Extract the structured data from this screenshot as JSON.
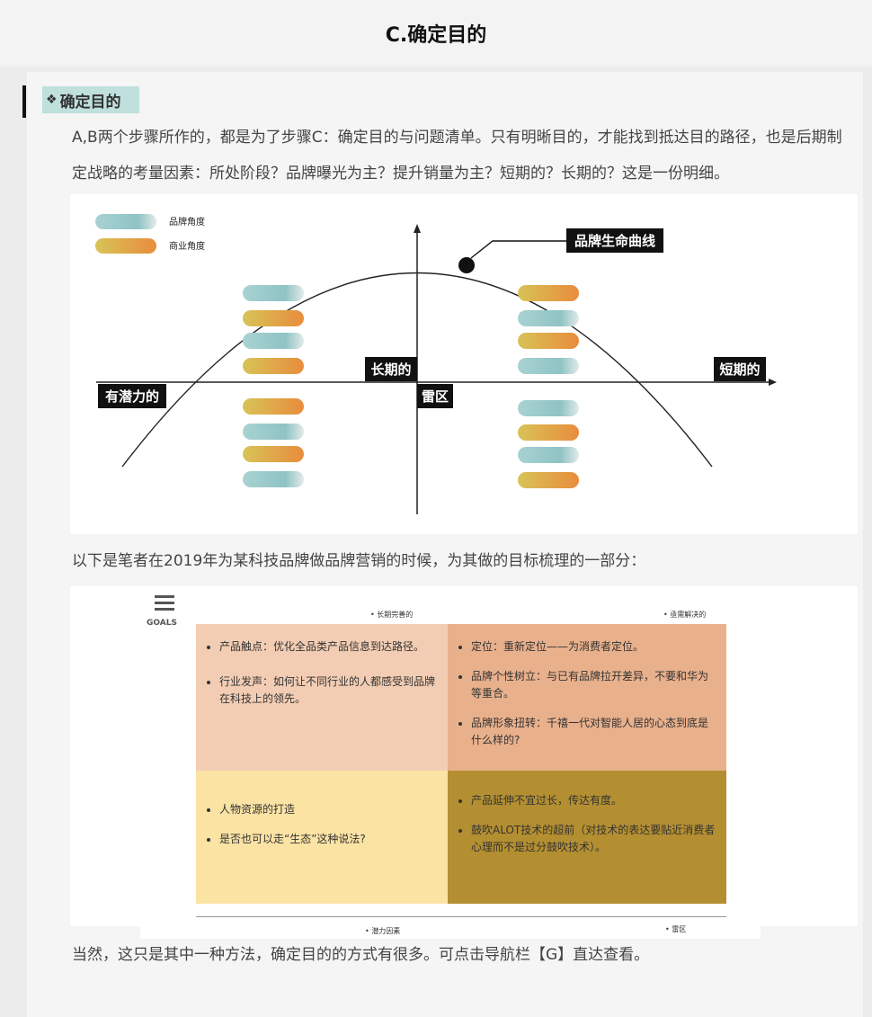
{
  "header": {
    "title": "C.确定目的"
  },
  "section": {
    "title": "确定目的",
    "icon": "diamond-dots-icon"
  },
  "paragraphs": {
    "intro": "A,B两个步骤所作的，都是为了步骤C：确定目的与问题清单。只有明晰目的，才能找到抵达目的路径，也是后期制定战略的考量因素：所处阶段？品牌曝光为主？提升销量为主？短期的？长期的？这是一份明细。",
    "lead": "以下是笔者在2019年为某科技品牌做品牌营销的时候，为其做的目标梳理的一部分：",
    "outro": "当然，这只是其中一种方法，确定目的的方式有很多。可点击导航栏【G】直达查看。"
  },
  "lifecycle": {
    "legend": [
      "品牌角度",
      "商业角度"
    ],
    "curve_label": "品牌生命曲线",
    "labels": {
      "left": "有潜力的",
      "center_top": "长期的",
      "center_bottom": "雷区",
      "right": "短期的"
    },
    "colors": {
      "brand": "#97c6c6",
      "business_start": "#d8c357",
      "business_end": "#e98c3c"
    }
  },
  "goals": {
    "icon_label": "GOALS",
    "top_left_label": "• 长期完善的",
    "top_right_label": "• 亟需解决的",
    "bottom_left_label": "• 潜力因素",
    "bottom_right_label": "• 雷区",
    "quadrants": {
      "tl": [
        "产品触点：优化全品类产品信息到达路径。",
        "行业发声：如何让不同行业的人都感受到品牌在科技上的领先。"
      ],
      "tr": [
        "定位：重新定位——为消费者定位。",
        "品牌个性树立：与已有品牌拉开差异，不要和华为等重合。",
        "品牌形象扭转：千禧一代对智能人居的心态到底是什么样的?"
      ],
      "bl": [
        "人物资源的打造",
        "是否也可以走“生态”这种说法?"
      ],
      "br": [
        "产品延伸不宜过长，传达有度。",
        "鼓吹ALOT技术的超前（对技术的表达要贴近消费者心理而不是过分鼓吹技术）。"
      ]
    }
  }
}
